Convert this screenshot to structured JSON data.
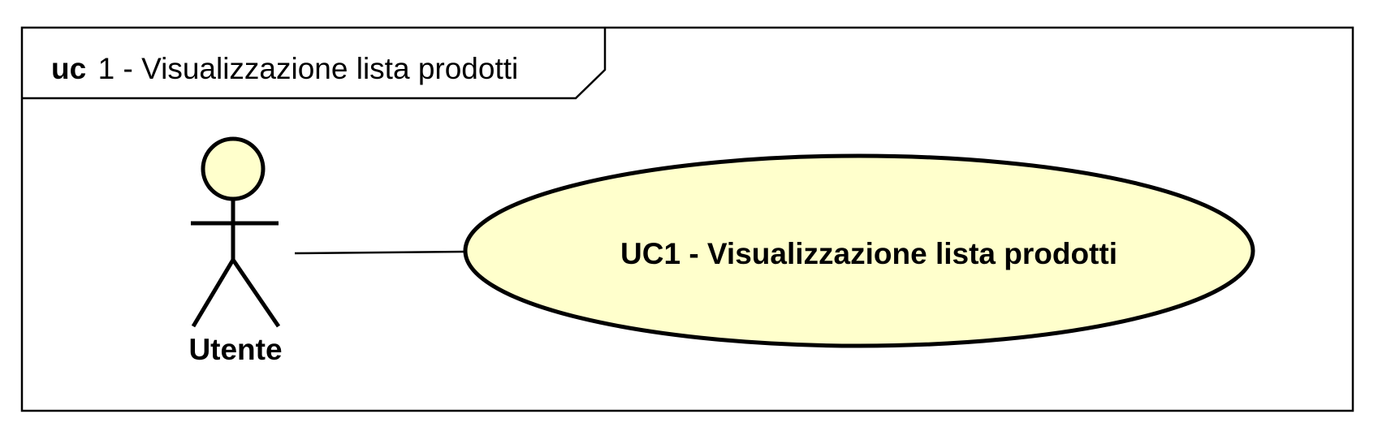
{
  "frame": {
    "keyword": "uc",
    "name": "1 - Visualizzazione lista prodotti"
  },
  "actor": {
    "name": "Utente",
    "icon": "stick-figure-actor-icon"
  },
  "use_case": {
    "label": "UC1 - Visualizzazione lista prodotti"
  },
  "colors": {
    "element_fill": "#FFFFCC",
    "stroke": "#000000",
    "background": "#FFFFFF"
  }
}
